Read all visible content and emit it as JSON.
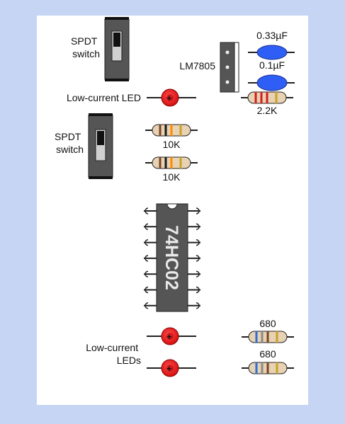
{
  "switches": {
    "top_label": [
      "SPDT",
      "switch"
    ],
    "bottom_label": [
      "SPDT",
      "switch"
    ]
  },
  "regulator": {
    "label": "LM7805"
  },
  "capacitors": {
    "c1_value": "0.33µF",
    "c2_value": "0.1µF",
    "color": "#2e5ef5"
  },
  "leds": {
    "top_label": "Low-current LED",
    "bottom_label": [
      "Low-current",
      "LEDs"
    ],
    "color": "#e01818"
  },
  "resistors": {
    "r_22k": "2.2K",
    "r_10k_a": "10K",
    "r_10k_b": "10K",
    "r_680_a": "680",
    "r_680_b": "680",
    "body_color": "#e8d2b4"
  },
  "ic": {
    "label": "74HC02"
  },
  "colors": {
    "background": "#c5d5f3",
    "board": "#ffffff"
  }
}
